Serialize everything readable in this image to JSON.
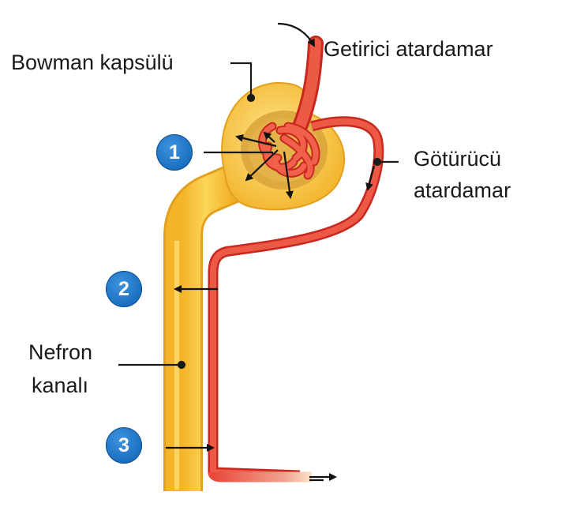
{
  "labels": {
    "bowman_capsule": "Bowman kapsülü",
    "afferent_arteriole": "Getirici atardamar",
    "efferent_arteriole_line1": "Götürücü",
    "efferent_arteriole_line2": "atardamar",
    "nephron_tubule_line1": "Nefron",
    "nephron_tubule_line2": "kanalı"
  },
  "badges": {
    "step1": "1",
    "step2": "2",
    "step3": "3"
  },
  "colors": {
    "tubule_fill": "#f7c234",
    "tubule_edge": "#e8a21c",
    "capsule_fill": "#fbd561",
    "glomerulus_core": "#d9a33a",
    "vessel_red": "#e9483b",
    "vessel_edge": "#c7281f",
    "badge_blue": "#1f74c6"
  }
}
